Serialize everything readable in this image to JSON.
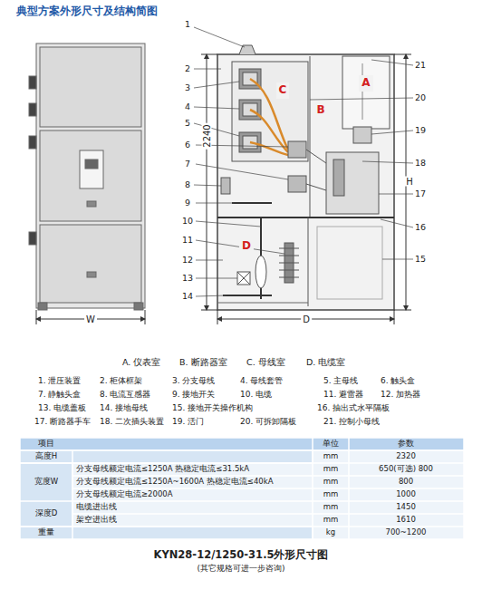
{
  "diagram": {
    "title": "典型方案外形尺寸及结构简图",
    "caption": "KYN28-12/1250-31.5外形尺寸图",
    "nodes": [
      {
        "text": [
          "A"
        ]
      },
      {
        "text": [
          "B"
        ]
      },
      {
        "text": [
          "C"
        ]
      },
      {
        "text": [
          "D"
        ]
      }
    ],
    "labels": [
      "1",
      "2",
      "3",
      "4",
      "5",
      "6",
      "7",
      "8",
      "9",
      "10",
      "11",
      "12",
      "13",
      "14",
      "21",
      "20",
      "19",
      "18",
      "17",
      "16",
      "15",
      "2240",
      "H",
      "W",
      "D",
      "A. 仪表室",
      "B. 断路器室",
      "C. 母线室",
      "D. 电缆室",
      "1. 泄压装置",
      "2. 柜体框架",
      "3. 分支母线",
      "4. 母线套管",
      "5. 主母线",
      "6. 触头盒",
      "7. 静触头盒",
      "8. 电流互感器",
      "9. 接地开关",
      "10. 电缆",
      "11. 避雷器",
      "12. 加热器",
      "13. 电缆盖板",
      "14. 接地母线",
      "15. 接地开关操作机构",
      "16. 抽出式水平隔板",
      "17. 断路器手车",
      "18. 二次插头装置",
      "19. 活门",
      "20. 可拆卸隔板",
      "21. 控制小母线",
      "项目",
      "单位",
      "参数",
      "高度H",
      "mm",
      "2320",
      "宽度W",
      "分支母线额定电流≤1250A 热稳定电流≤31.5kA",
      "mm",
      "650(可选) 800",
      "分支母线额定电流≤1250A~1600A 热稳定电流≤40kA",
      "mm",
      "800",
      "分支母线额定电流≥2000A",
      "mm",
      "1000",
      "深度D",
      "电缆进出线",
      "mm",
      "1450",
      "架空进出线",
      "mm",
      "1610",
      "重量",
      "kg",
      "700~1200",
      "(其它规格可进一步咨询)"
    ]
  }
}
